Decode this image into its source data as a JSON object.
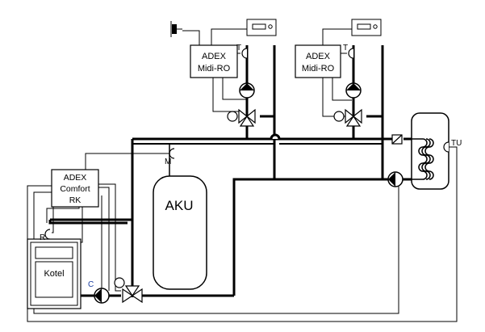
{
  "controllers": {
    "boiler_unit": [
      "ADEX",
      "Comfort",
      "RK"
    ],
    "zone_1": [
      "ADEX",
      "Midi-RO"
    ],
    "zone_2": [
      "ADEX",
      "Midi-RO"
    ]
  },
  "tank_label": "AKU",
  "boiler_label": "Kotel",
  "sensors": {
    "zone_1_T": "T",
    "zone_2_T": "T",
    "tank_M": "M",
    "boiler_R": "R",
    "return_C": "C",
    "hot_water_TU": "TU"
  },
  "colors": {
    "lines": "#000000",
    "labels": "#000000",
    "accent": "#1a3ea0",
    "background": "#ffffff"
  }
}
